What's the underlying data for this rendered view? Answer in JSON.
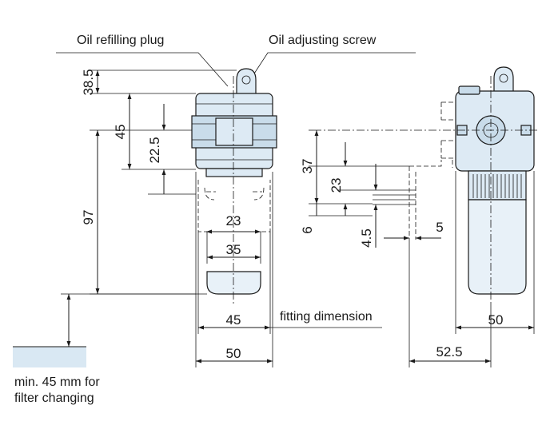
{
  "labels": {
    "oil_refilling_plug": "Oil refilling plug",
    "oil_adjusting_screw": "Oil adjusting screw",
    "fitting_dimension": "fitting dimension",
    "filter_note_line1": "min. 45 mm for",
    "filter_note_line2": "filter changing"
  },
  "dimensions": {
    "d_38_5": "38.5",
    "d_45_vert": "45",
    "d_22_5": "22.5",
    "d_97": "97",
    "d_23_horiz": "23",
    "d_35": "35",
    "d_45_horiz": "45",
    "d_50_front": "50",
    "d_37": "37",
    "d_23_vert": "23",
    "d_6": "6",
    "d_4_5": "4.5",
    "d_5": "5",
    "d_50_side": "50",
    "d_52_5": "52.5"
  },
  "colors": {
    "body_fill": "#ddeaf4",
    "line": "#1a1a1a"
  }
}
